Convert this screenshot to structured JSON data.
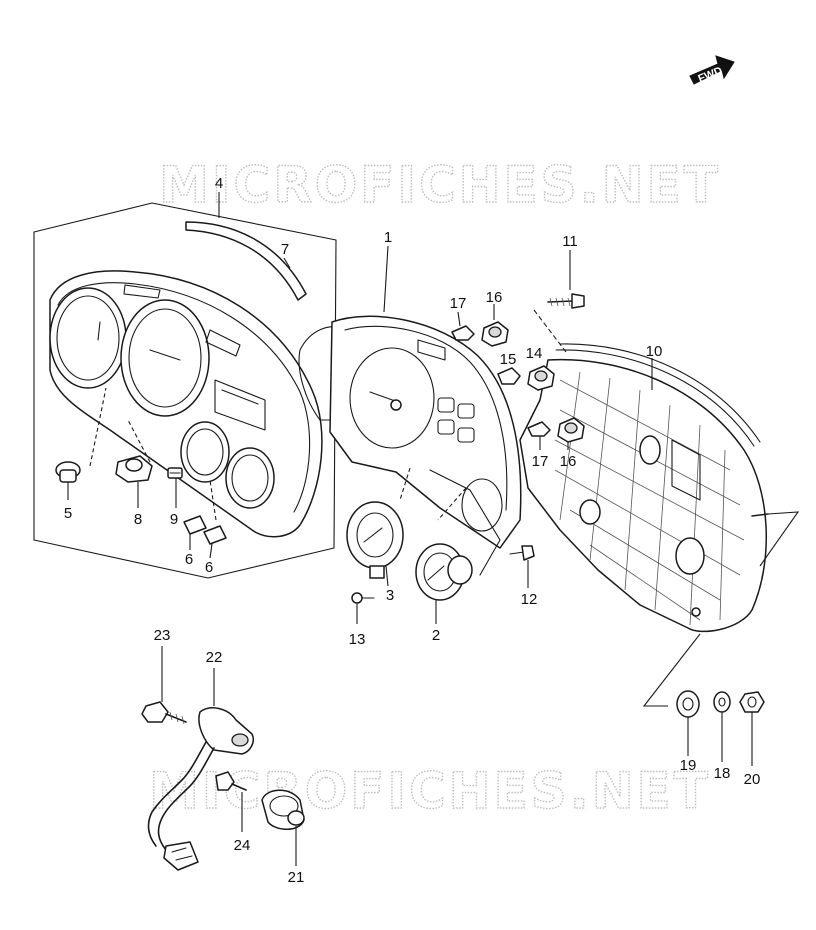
{
  "watermark": {
    "text": "MICROFICHES.NET"
  },
  "direction_badge": {
    "text": "FWD"
  },
  "parts": [
    {
      "key": "p1",
      "number": "1"
    },
    {
      "key": "p2",
      "number": "2"
    },
    {
      "key": "p3",
      "number": "3"
    },
    {
      "key": "p4",
      "number": "4"
    },
    {
      "key": "p5",
      "number": "5"
    },
    {
      "key": "p6a",
      "number": "6"
    },
    {
      "key": "p6b",
      "number": "6"
    },
    {
      "key": "p7",
      "number": "7"
    },
    {
      "key": "p8",
      "number": "8"
    },
    {
      "key": "p9",
      "number": "9"
    },
    {
      "key": "p10",
      "number": "10"
    },
    {
      "key": "p11",
      "number": "11"
    },
    {
      "key": "p12",
      "number": "12"
    },
    {
      "key": "p13",
      "number": "13"
    },
    {
      "key": "p14",
      "number": "14"
    },
    {
      "key": "p15",
      "number": "15"
    },
    {
      "key": "p16a",
      "number": "16"
    },
    {
      "key": "p16b",
      "number": "16"
    },
    {
      "key": "p17a",
      "number": "17"
    },
    {
      "key": "p17b",
      "number": "17"
    },
    {
      "key": "p18",
      "number": "18"
    },
    {
      "key": "p19",
      "number": "19"
    },
    {
      "key": "p20",
      "number": "20"
    },
    {
      "key": "p21",
      "number": "21"
    },
    {
      "key": "p22",
      "number": "22"
    },
    {
      "key": "p23",
      "number": "23"
    },
    {
      "key": "p24",
      "number": "24"
    }
  ]
}
